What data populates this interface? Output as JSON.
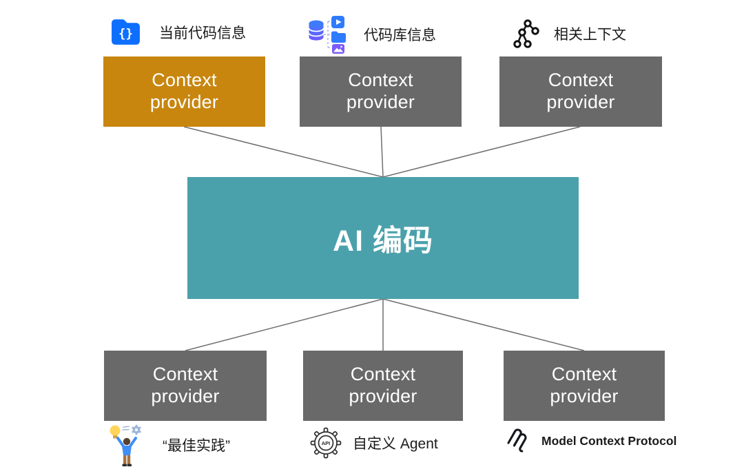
{
  "diagram": {
    "title_none": "",
    "center": {
      "label": "AI 编码",
      "color": "#4aa1ab",
      "text_color": "#ffffff"
    },
    "colors": {
      "provider_gray": "#696969",
      "provider_orange": "#c8860f",
      "connector_line": "#6e6e6e",
      "icon_blue": "#0e6fff",
      "icon_purple": "#7b5cfa",
      "label_text": "#1a1a1a"
    },
    "top_providers": [
      {
        "label": "Context provider",
        "variant": "orange",
        "tag": {
          "icon": "code-folder-icon",
          "text": "当前代码信息"
        }
      },
      {
        "label": "Context provider",
        "variant": "gray",
        "tag": {
          "icon": "codebase-media-icon",
          "text": "代码库信息"
        }
      },
      {
        "label": "Context provider",
        "variant": "gray",
        "tag": {
          "icon": "context-graph-icon",
          "text": "相关上下文"
        }
      }
    ],
    "bottom_providers": [
      {
        "label": "Context provider",
        "variant": "gray",
        "tag": {
          "icon": "person-idea-icon",
          "text": "“最佳实践”"
        }
      },
      {
        "label": "Context provider",
        "variant": "gray",
        "tag": {
          "icon": "api-gear-icon",
          "text": "自定义 Agent"
        }
      },
      {
        "label": "Context provider",
        "variant": "gray",
        "tag": {
          "icon": "mcp-logo-icon",
          "text": "Model Context Protocol",
          "bold": true
        }
      }
    ]
  }
}
